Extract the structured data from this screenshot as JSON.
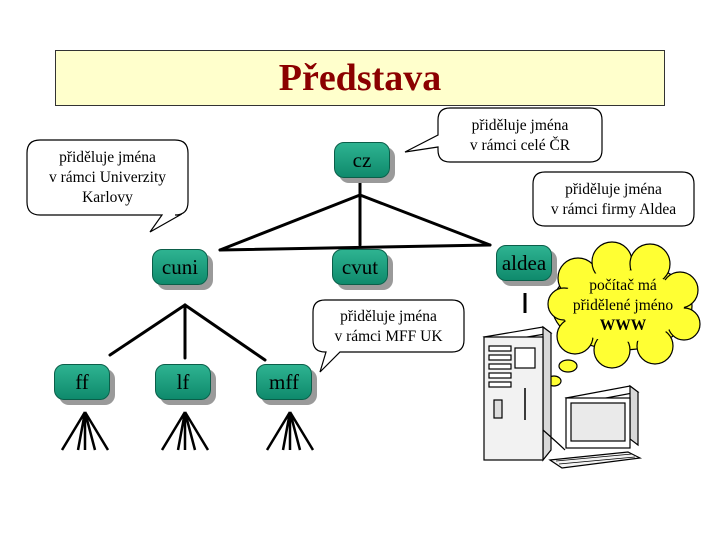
{
  "title": "Představa",
  "nodes": {
    "cz": "cz",
    "cuni": "cuni",
    "cvut": "cvut",
    "aldea": "aldea",
    "ff": "ff",
    "lf": "lf",
    "mff": "mff"
  },
  "callouts": {
    "cz": [
      "přiděluje jména",
      "v rámci celé ČR"
    ],
    "cuni": [
      "přiděluje jména",
      "v rámci Univerzity",
      "Karlovy"
    ],
    "aldea": [
      "přiděluje jména",
      "v rámci firmy Aldea"
    ],
    "mff": [
      "přiděluje jména",
      "v rámci MFF UK"
    ]
  },
  "thought": {
    "line1": "počítač má",
    "line2": "přidělené jméno",
    "line3": "WWW"
  },
  "colors": {
    "title_bg": "#ffffcc",
    "title_text": "#8b0000",
    "node": "#1fa07e",
    "cloud": "#ffff33"
  }
}
